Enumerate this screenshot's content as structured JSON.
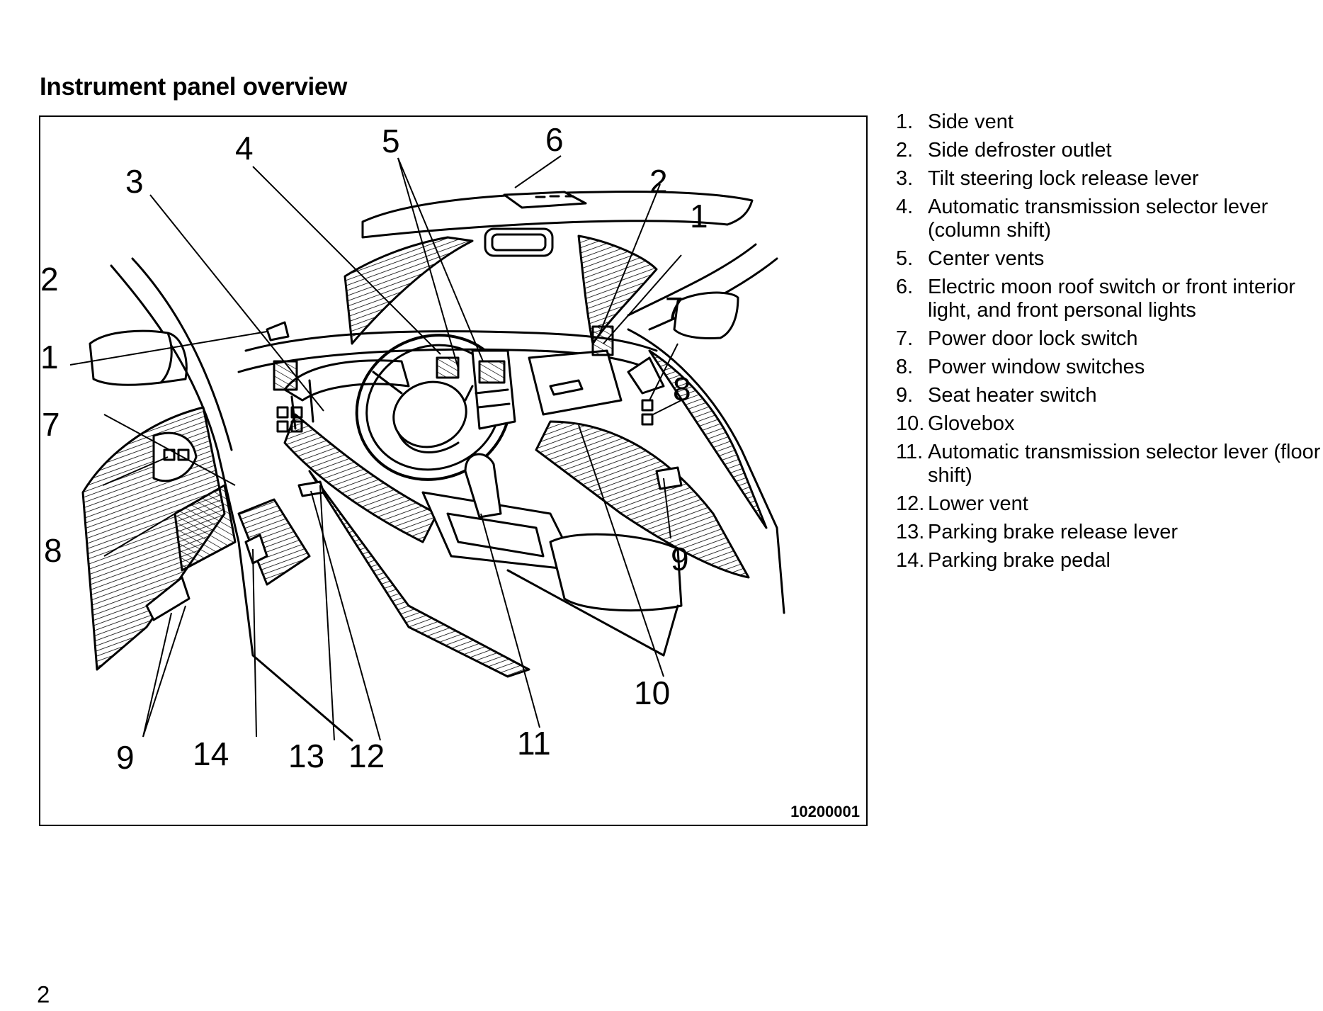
{
  "page": {
    "title": "Instrument panel overview",
    "page_number": "2"
  },
  "figure": {
    "code": "10200001",
    "callouts": [
      "1",
      "2",
      "3",
      "4",
      "5",
      "6",
      "7",
      "8",
      "9",
      "10",
      "11",
      "12",
      "13",
      "14"
    ]
  },
  "legend": [
    {
      "num": "1.",
      "text": "Side vent"
    },
    {
      "num": "2.",
      "text": "Side defroster outlet"
    },
    {
      "num": "3.",
      "text": "Tilt steering lock release lever"
    },
    {
      "num": "4.",
      "text": "Automatic transmission selector lever (column shift)"
    },
    {
      "num": "5.",
      "text": "Center vents"
    },
    {
      "num": "6.",
      "text": "Electric moon roof switch or front interior light, and front personal lights"
    },
    {
      "num": "7.",
      "text": "Power door lock switch"
    },
    {
      "num": "8.",
      "text": "Power window switches"
    },
    {
      "num": "9.",
      "text": "Seat heater switch"
    },
    {
      "num": "10.",
      "text": "Glovebox"
    },
    {
      "num": "11.",
      "text": "Automatic transmission selector lever (floor shift)"
    },
    {
      "num": "12.",
      "text": "Lower vent"
    },
    {
      "num": "13.",
      "text": "Parking brake release lever"
    },
    {
      "num": "14.",
      "text": "Parking brake pedal"
    }
  ]
}
